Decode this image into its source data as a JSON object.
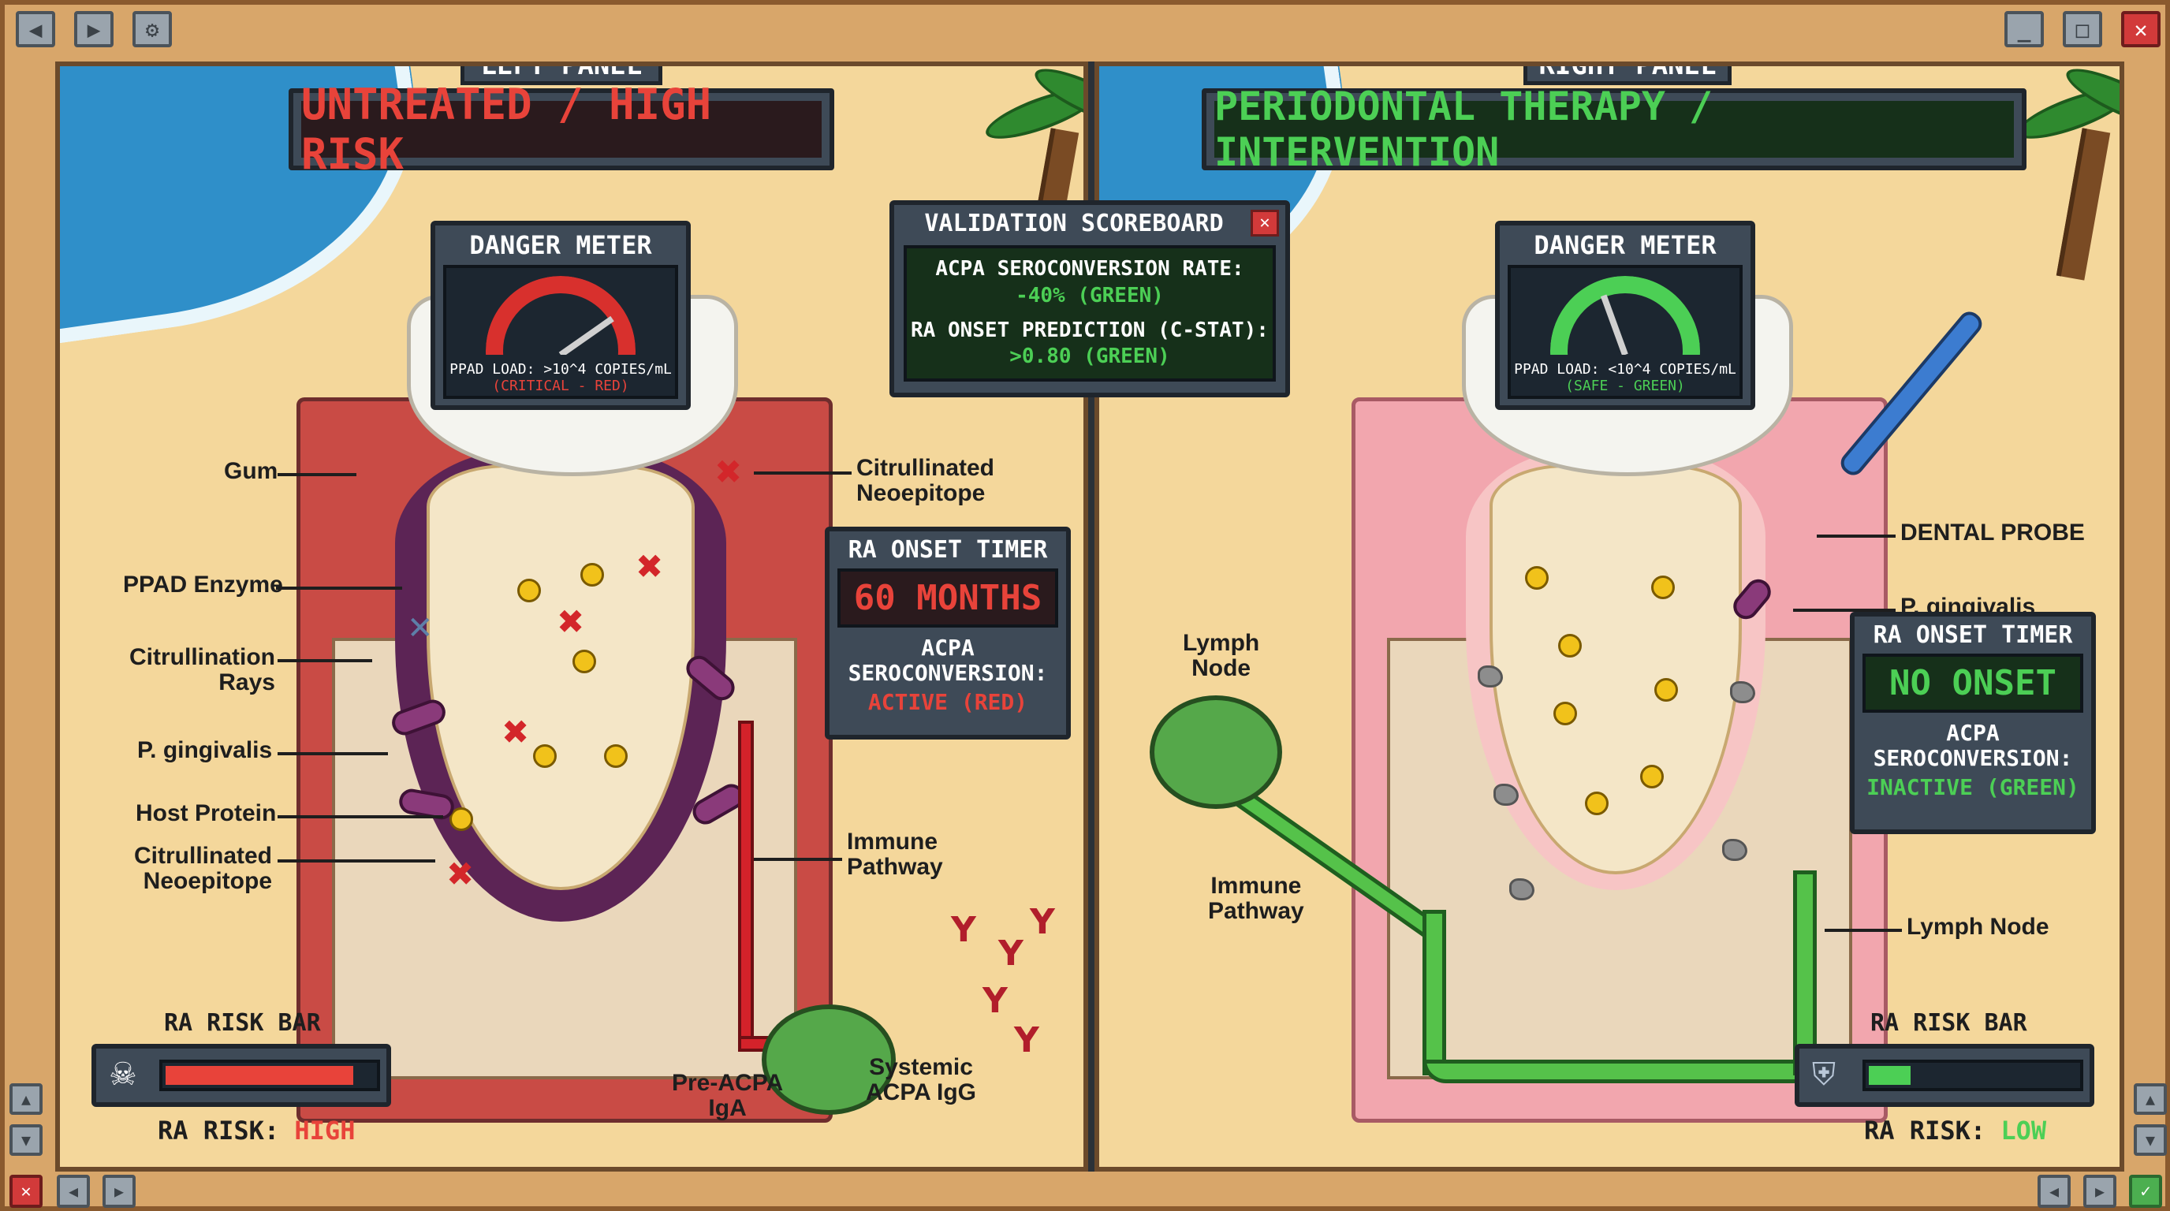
{
  "window": {
    "nav_back_icon": "◀",
    "nav_forward_icon": "▶",
    "settings_icon": "⚙",
    "minimize_icon": "_",
    "maximize_icon": "□",
    "close_icon": "✕",
    "scroll_up_icon": "▲",
    "scroll_down_icon": "▼",
    "bottom_left_icons": [
      "✕",
      "◀",
      "▶"
    ],
    "bottom_right_icons": [
      "◀",
      "▶",
      "✓"
    ]
  },
  "left_panel": {
    "tab": "LEFT PANEL",
    "title": "UNTREATED / HIGH RISK",
    "danger_meter": {
      "title": "DANGER METER",
      "load": "PPAD LOAD: >10^4 COPIES/mL",
      "status": "(CRITICAL - RED)"
    },
    "labels": {
      "gum": "Gum",
      "ppad": "PPAD Enzyme",
      "rays": "Citrullination\nRays",
      "pg": "P. gingivalis",
      "host": "Host Protein",
      "neo_left": "Citrullinated\nNeoepitope",
      "neo_right": "Citrullinated\nNeoepitope",
      "immune": "Immune\nPathway",
      "pre_acpa": "Pre-ACPA\nIgA",
      "systemic": "Systemic\nACPA IgG"
    },
    "onset_timer": {
      "title": "RA ONSET TIMER",
      "value": "60 MONTHS",
      "sero_label": "ACPA\nSEROCONVERSION:",
      "sero_value": "ACTIVE (RED)"
    },
    "risk": {
      "title": "RA RISK BAR",
      "label": "RA RISK:",
      "value": "HIGH",
      "level": 0.9
    }
  },
  "scoreboard": {
    "title": "VALIDATION SCOREBOARD",
    "close_icon": "✕",
    "line1": "ACPA SEROCONVERSION RATE:",
    "line1_value": "-40% (GREEN)",
    "line2": "RA ONSET PREDICTION (C-STAT):",
    "line2_value": ">0.80 (GREEN)"
  },
  "right_panel": {
    "tab": "RIGHT PANEL",
    "title": "PERIODONTAL THERAPY / INTERVENTION",
    "danger_meter": {
      "title": "DANGER METER",
      "load": "PPAD LOAD: <10^4 COPIES/mL",
      "status": "(SAFE - GREEN)"
    },
    "labels": {
      "probe": "DENTAL PROBE",
      "pg": "P. gingivalis",
      "lymph_top": "Lymph\nNode",
      "immune": "Immune\nPathway",
      "lymph_right": "Lymph Node"
    },
    "onset_timer": {
      "title": "RA ONSET TIMER",
      "value": "NO ONSET",
      "sero_label": "ACPA\nSEROCONVERSION:",
      "sero_value": "INACTIVE (GREEN)"
    },
    "risk": {
      "title": "RA RISK BAR",
      "label": "RA RISK:",
      "value": "LOW",
      "level": 0.2
    }
  },
  "colors": {
    "red": "#e8433a",
    "green": "#4ccf55",
    "hud": "#3e4a57"
  }
}
